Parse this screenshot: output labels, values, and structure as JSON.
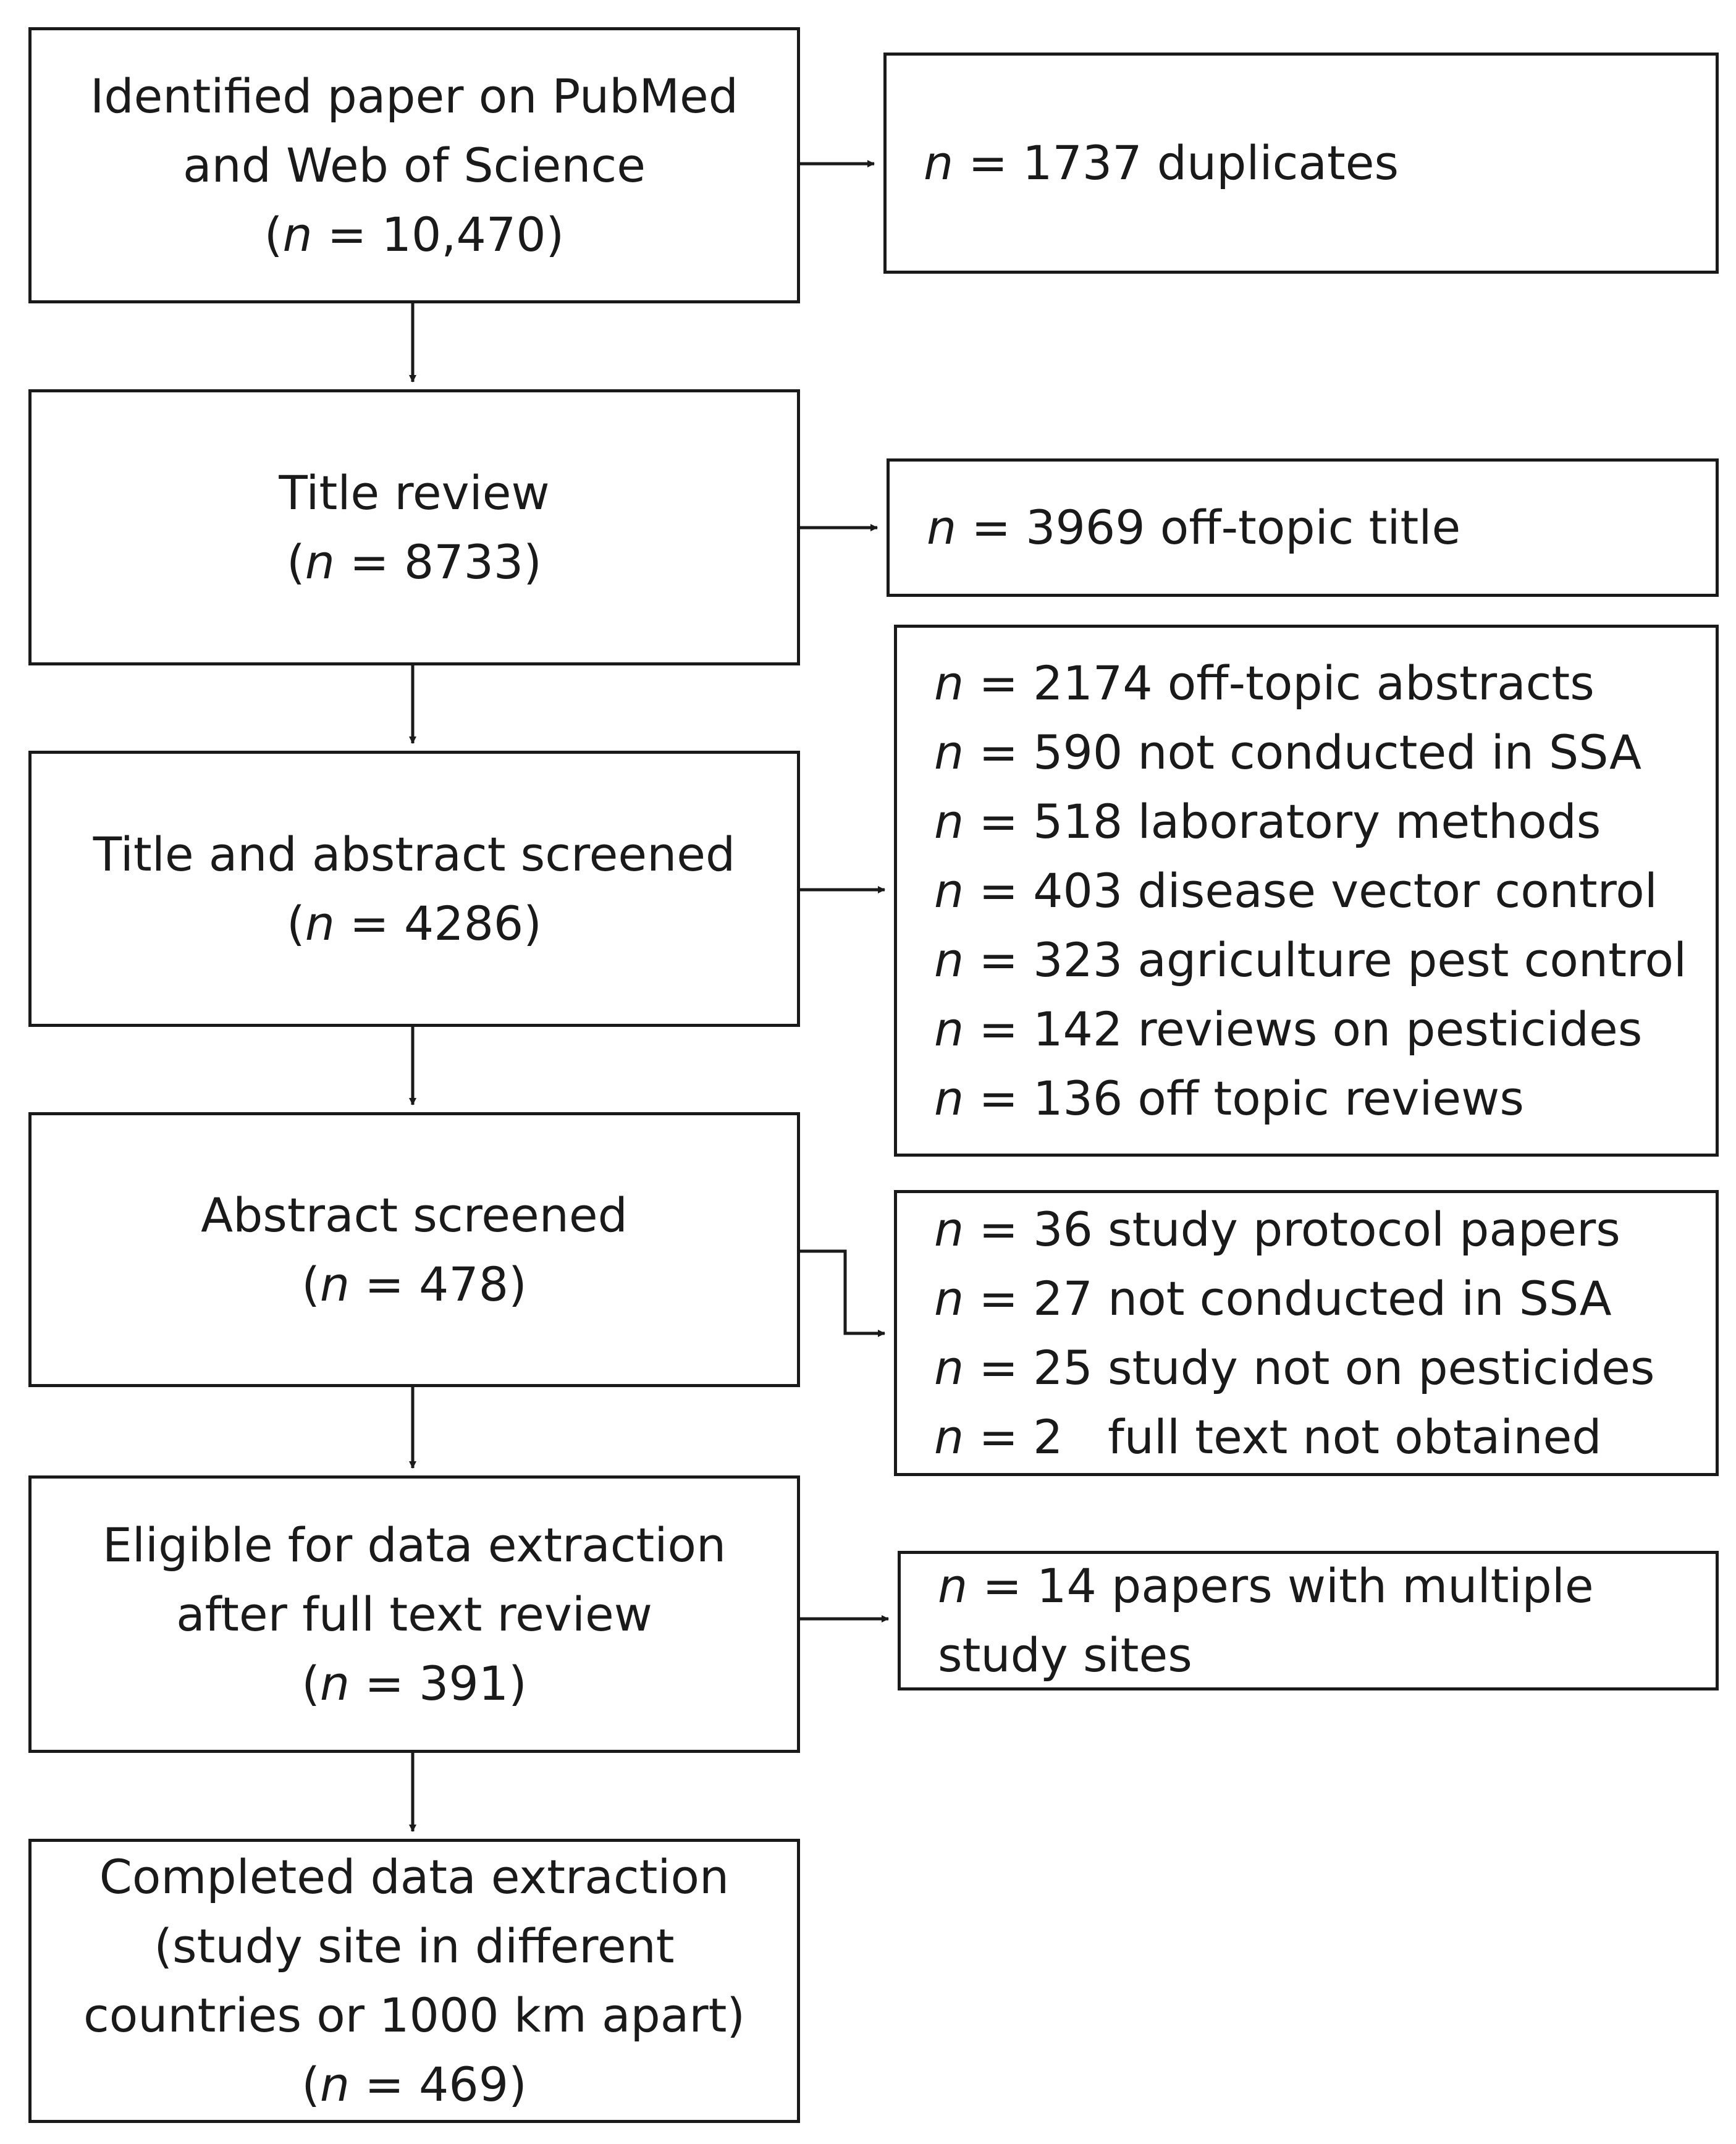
{
  "flow": {
    "main_boxes": [
      {
        "lines": [
          {
            "text": "Identified paper on PubMed"
          },
          {
            "text": "and Web of Science"
          },
          {
            "pre": "(",
            "n": "n",
            "post": " = 10,470)"
          }
        ]
      },
      {
        "lines": [
          {
            "text": "Title review"
          },
          {
            "pre": "(",
            "n": "n",
            "post": " = 8733)"
          }
        ]
      },
      {
        "lines": [
          {
            "text": "Title and abstract screened"
          },
          {
            "pre": "(",
            "n": "n",
            "post": " = 4286)"
          }
        ]
      },
      {
        "lines": [
          {
            "text": "Abstract screened"
          },
          {
            "pre": "(",
            "n": "n",
            "post": " = 478)"
          }
        ]
      },
      {
        "lines": [
          {
            "text": "Eligible for data extraction"
          },
          {
            "text": "after full text review"
          },
          {
            "pre": "(",
            "n": "n",
            "post": " = 391)"
          }
        ]
      },
      {
        "lines": [
          {
            "text": "Completed data extraction"
          },
          {
            "text": "(study site in different"
          },
          {
            "text": "countries or 1000 km apart)"
          },
          {
            "pre": "(",
            "n": "n",
            "post": " = 469)"
          }
        ]
      }
    ],
    "side_boxes": [
      {
        "lines": [
          {
            "n": "n",
            "text": " = 1737 duplicates"
          }
        ]
      },
      {
        "lines": [
          {
            "n": "n",
            "text": " = 3969 off-topic title"
          }
        ]
      },
      {
        "lines": [
          {
            "n": "n",
            "text": " = 2174 off-topic abstracts"
          },
          {
            "n": "n",
            "text": " = 590 not conducted in SSA"
          },
          {
            "n": "n",
            "text": " = 518 laboratory methods"
          },
          {
            "n": "n",
            "text": " = 403 disease vector control"
          },
          {
            "n": "n",
            "text": " = 323 agriculture pest control"
          },
          {
            "n": "n",
            "text": " = 142 reviews on pesticides"
          },
          {
            "n": "n",
            "text": " = 136 off topic reviews"
          }
        ]
      },
      {
        "lines": [
          {
            "n": "n",
            "text": " = 36 study protocol papers"
          },
          {
            "n": "n",
            "text": " = 27 not conducted in SSA"
          },
          {
            "n": "n",
            "text": " = 25 study not on pesticides"
          },
          {
            "n": "n",
            "text": " = 2   full text not obtained"
          }
        ]
      },
      {
        "lines": [
          {
            "n": "n",
            "text": " = 14 papers with multiple"
          },
          {
            "text": "study sites"
          }
        ]
      }
    ]
  }
}
